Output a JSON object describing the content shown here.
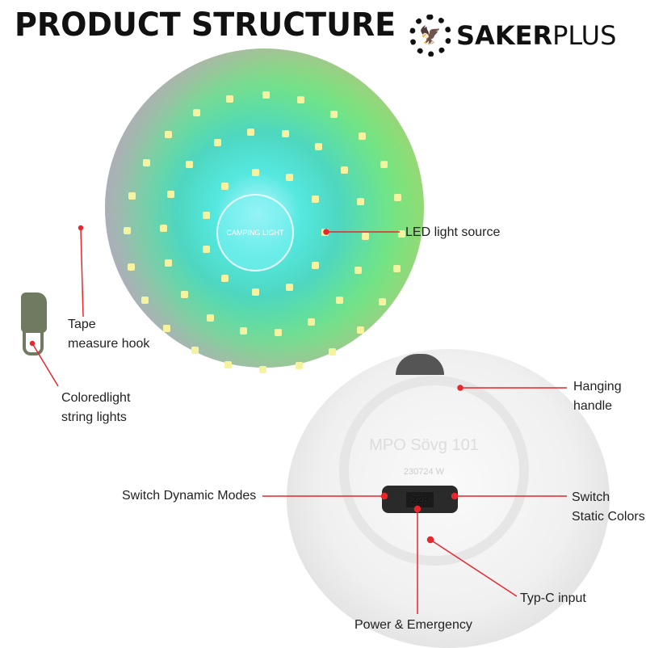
{
  "title": "PRODUCT STRUCTURE",
  "logo": {
    "bold": "SAKER",
    "light": "PLUS",
    "icon": "eagle-gear-icon"
  },
  "lamp": {
    "badge": "CAMPING LIGHT"
  },
  "back": {
    "model": "MPO Sövg 101",
    "serial": "230724 W",
    "display": "228"
  },
  "labels": {
    "led": "LED light source",
    "tape1": "Tape",
    "tape2": "measure hook",
    "color1": "Coloredlight",
    "color2": "string lights",
    "hang1": "Hanging",
    "hang2": "handle",
    "dynamic": "Switch Dynamic Modes",
    "static1": "Switch",
    "static2": "Static Colors",
    "typec": "Typ-C input",
    "power": "Power & Emergency"
  },
  "accent": "#e8262b"
}
